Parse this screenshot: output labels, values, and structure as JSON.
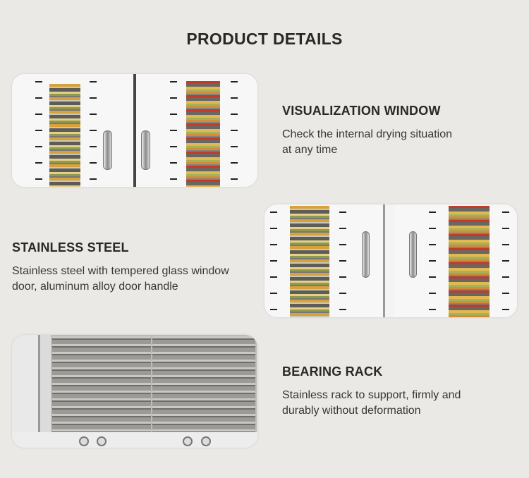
{
  "page": {
    "title": "PRODUCT DETAILS"
  },
  "features": [
    {
      "heading": "VISUALIZATION WINDOW",
      "line1": "Check the internal drying situation",
      "line2": "at any time"
    },
    {
      "heading": "STAINLESS STEEL",
      "line1": "Stainless steel with tempered glass window",
      "line2": "door, aluminum alloy door handle"
    },
    {
      "heading": "BEARING RACK",
      "line1": "Stainless rack to support, firmly and",
      "line2": "durably without deformation"
    }
  ]
}
